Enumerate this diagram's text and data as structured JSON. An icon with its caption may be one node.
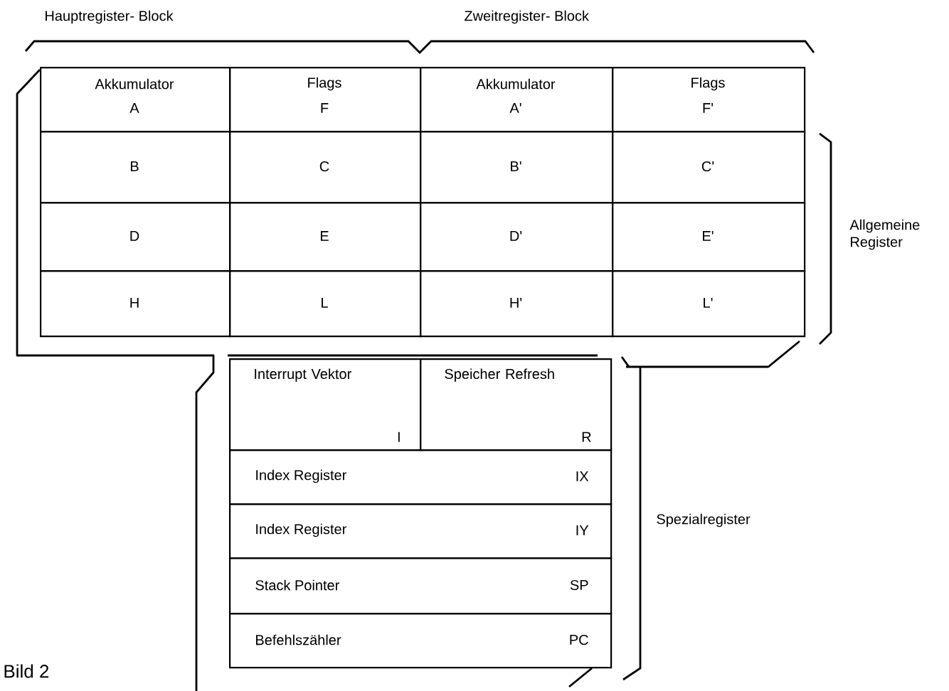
{
  "diagram": {
    "caption": "Bild 2",
    "nodes": [
      {
        "text": [
          "Akkumulator",
          "A"
        ]
      },
      {
        "text": [
          "Flags",
          "F"
        ]
      },
      {
        "text": [
          "Akkumulator",
          "A'"
        ]
      },
      {
        "text": [
          "Flags",
          "F'"
        ]
      },
      {
        "text": [
          "B"
        ]
      },
      {
        "text": [
          "C"
        ]
      },
      {
        "text": [
          "B'"
        ]
      },
      {
        "text": [
          "C'"
        ]
      },
      {
        "text": [
          "D"
        ]
      },
      {
        "text": [
          "E"
        ]
      },
      {
        "text": [
          "D'"
        ]
      },
      {
        "text": [
          "E'"
        ]
      },
      {
        "text": [
          "H"
        ]
      },
      {
        "text": [
          "L"
        ]
      },
      {
        "text": [
          "H'"
        ]
      },
      {
        "text": [
          "L'"
        ]
      },
      {
        "text": [
          "Interrupt Vektor",
          "I"
        ]
      },
      {
        "text": [
          "Speicher Refresh",
          "R"
        ]
      },
      {
        "text": [
          "Index Register",
          "IX"
        ]
      },
      {
        "text": [
          "Index Register",
          "IY"
        ]
      },
      {
        "text": [
          "Stack Pointer",
          "SP"
        ]
      },
      {
        "text": [
          "Befehlszähler",
          "PC"
        ]
      }
    ],
    "labels": [
      "Hauptregister- Block",
      "Zweitregister- Block",
      "Allgemeine Register",
      "Spezialregister"
    ]
  }
}
